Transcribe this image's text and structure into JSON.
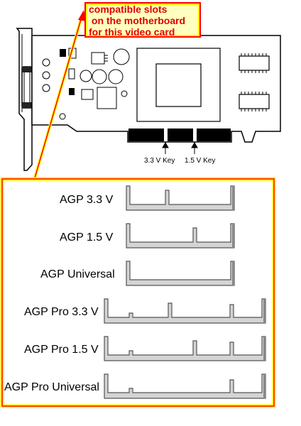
{
  "callout": {
    "lines": [
      "compatible slots",
      " on the motherboard",
      "for this video card"
    ],
    "text_color": "#e00000",
    "border_color": "#ff0000",
    "fill_color": "#ffffc0"
  },
  "keys": {
    "key_3_3": "3.3 V Key",
    "key_1_5": "1.5 V Key"
  },
  "slots": [
    {
      "label": "AGP 3.3 V",
      "type": "agp",
      "key": "3.3"
    },
    {
      "label": "AGP 1.5 V",
      "type": "agp",
      "key": "1.5"
    },
    {
      "label": "AGP Universal",
      "type": "agp",
      "key": "none"
    },
    {
      "label": "AGP Pro 3.3 V",
      "type": "pro",
      "key": "3.3"
    },
    {
      "label": "AGP Pro 1.5 V",
      "type": "pro",
      "key": "1.5"
    },
    {
      "label": "AGP Pro Universal",
      "type": "pro",
      "key": "none"
    }
  ],
  "colors": {
    "slot_fill": "#d4d4d4",
    "slot_stroke": "#555555",
    "panel_border": "#ff0000",
    "panel_glow": "#ffff00"
  }
}
